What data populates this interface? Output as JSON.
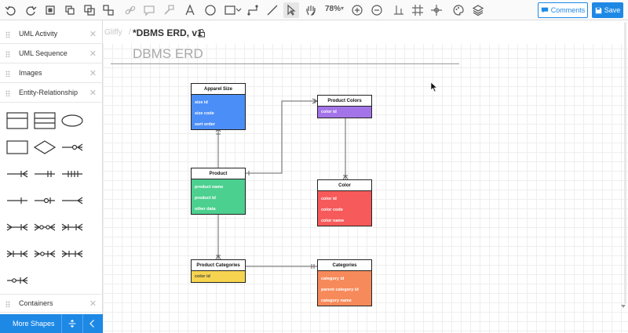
{
  "toolbar": {
    "icons": [
      "undo-icon",
      "redo-icon",
      "page-icon",
      "duplicate-icon",
      "bring-front-icon",
      "group-icon",
      "link-icon",
      "comment-icon",
      "format-painter-icon",
      "text-icon",
      "ellipse-icon",
      "rectangle-icon",
      "connector-icon",
      "line-icon",
      "pointer-icon",
      "hand-icon",
      "zoom-in-icon",
      "zoom-out-icon",
      "align-icon",
      "grid-icon",
      "snap-icon",
      "theme-icon",
      "layers-icon"
    ],
    "zoom_level": "78%",
    "comments_label": "Comments",
    "save_label": "Save"
  },
  "sidebar": {
    "libraries": [
      {
        "label": "UML Activity"
      },
      {
        "label": "UML Sequence"
      },
      {
        "label": "Images"
      },
      {
        "label": "Entity-Relationship"
      }
    ],
    "containers_label": "Containers",
    "more_shapes_label": "More Shapes"
  },
  "document": {
    "app_crumb": "Gliffy",
    "crumb_separator": "/",
    "title": "*DBMS ERD, v1",
    "diagram_title": "DBMS ERD"
  },
  "entities": {
    "apparel_size": {
      "name": "Apparel Size",
      "color": "#4c8ef7",
      "fields": [
        "size id",
        "size code",
        "sort order"
      ]
    },
    "product_colors": {
      "name": "Product Colors",
      "color": "#a374e8",
      "fields": [
        "color id"
      ]
    },
    "product": {
      "name": "Product",
      "color": "#4cd08f",
      "fields": [
        "product name",
        "product id",
        "other data"
      ]
    },
    "color": {
      "name": "Color",
      "color": "#f65a5a",
      "fields": [
        "color id",
        "color code",
        "color name"
      ]
    },
    "product_categories": {
      "name": "Product Categories",
      "color": "#f6d44f",
      "fields": [
        "color id"
      ]
    },
    "categories": {
      "name": "Categories",
      "color": "#f78a5a",
      "fields": [
        "category id",
        "parent category id",
        "category name"
      ]
    }
  }
}
